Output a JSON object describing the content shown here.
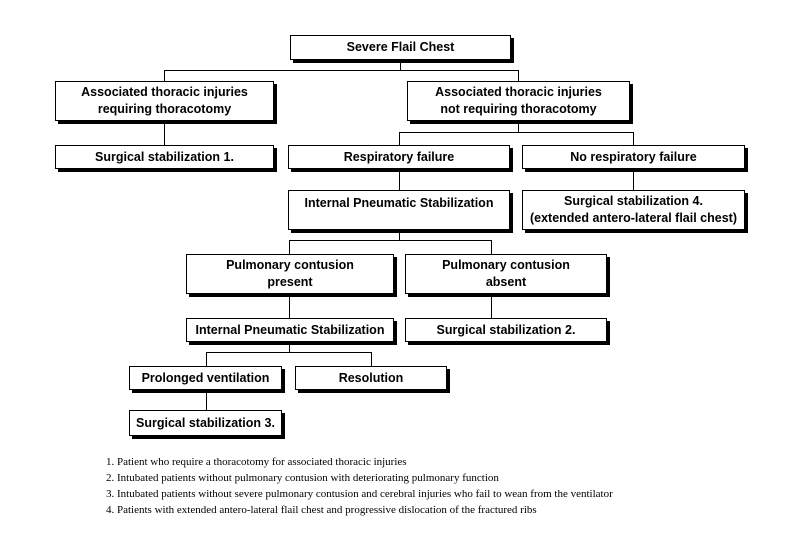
{
  "nodes": {
    "root": {
      "lines": [
        "Severe Flail Chest"
      ]
    },
    "assoc_thoracotomy": {
      "lines": [
        "Associated thoracic injuries",
        "requiring thoracotomy"
      ]
    },
    "assoc_no_thoracotomy": {
      "lines": [
        "Associated thoracic injuries",
        "not requiring thoracotomy"
      ]
    },
    "surgical_1": {
      "lines": [
        "Surgical stabilization 1."
      ]
    },
    "respiratory_failure": {
      "lines": [
        "Respiratory failure"
      ]
    },
    "no_respiratory_failure": {
      "lines": [
        "No respiratory failure"
      ]
    },
    "internal_pneumatic_1": {
      "lines": [
        "Internal Pneumatic Stabilization"
      ]
    },
    "surgical_4": {
      "lines": [
        "Surgical stabilization 4.",
        "(extended antero-lateral flail chest)"
      ]
    },
    "contusion_present": {
      "lines": [
        "Pulmonary contusion",
        "present"
      ]
    },
    "contusion_absent": {
      "lines": [
        "Pulmonary contusion",
        "absent"
      ]
    },
    "internal_pneumatic_2": {
      "lines": [
        "Internal Pneumatic Stabilization"
      ]
    },
    "surgical_2": {
      "lines": [
        "Surgical stabilization 2."
      ]
    },
    "prolonged_ventilation": {
      "lines": [
        "Prolonged ventilation"
      ]
    },
    "resolution": {
      "lines": [
        "Resolution"
      ]
    },
    "surgical_3": {
      "lines": [
        "Surgical stabilization 3."
      ]
    }
  },
  "footnotes": [
    "1. Patient who require a thoracotomy for associated thoracic injuries",
    "2. Intubated patients without pulmonary contusion with deteriorating pulmonary function",
    "3. Intubated patients without severe pulmonary contusion and cerebral injuries who fail to wean from the ventilator",
    "4. Patients with extended antero-lateral flail chest and progressive dislocation of the fractured ribs"
  ]
}
